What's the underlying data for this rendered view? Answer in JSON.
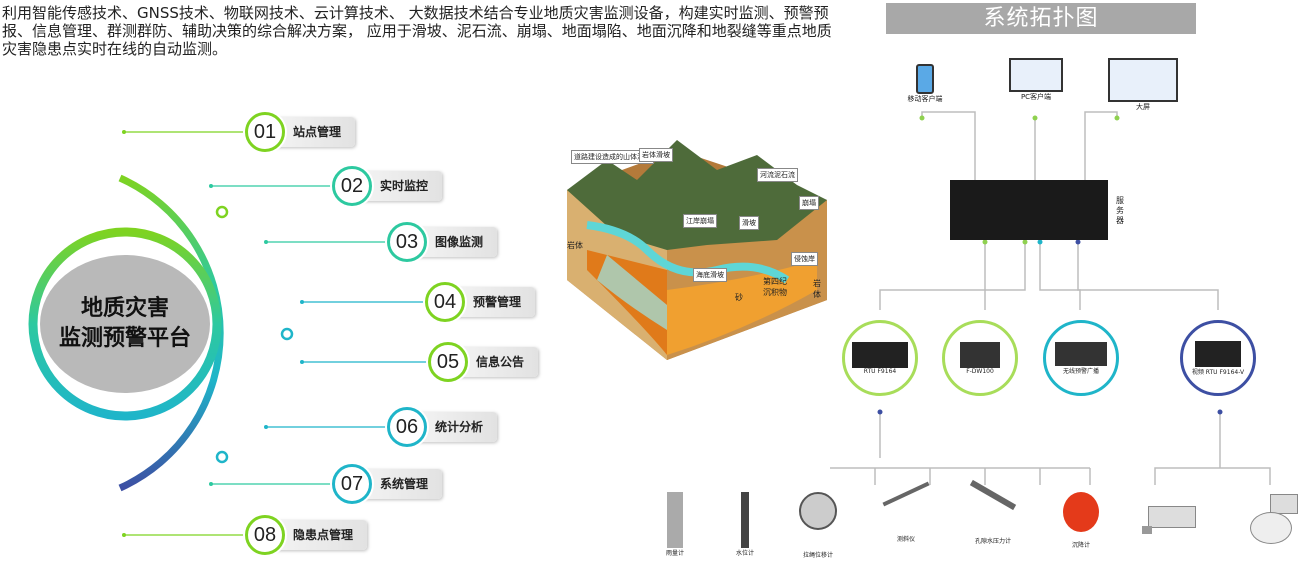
{
  "intro": {
    "text": "利用智能传感技术、GNSS技术、物联网技术、云计算技术、 大数据技术结合专业地质灾害监测设备，构建实时监测、预警预报、信息管理、群测群防、辅助决策的综合解决方案， 应用于滑坡、泥石流、崩塌、地面塌陷、地面沉降和地裂缝等重点地质灾害隐患点实时在线的自动监测。"
  },
  "hub": {
    "line1": "地质灾害",
    "line2": "监测预警平台"
  },
  "menu": [
    {
      "num": "01",
      "label": "站点管理"
    },
    {
      "num": "02",
      "label": "实时监控"
    },
    {
      "num": "03",
      "label": "图像监测"
    },
    {
      "num": "04",
      "label": "预警管理"
    },
    {
      "num": "05",
      "label": "信息公告"
    },
    {
      "num": "06",
      "label": "统计分析"
    },
    {
      "num": "07",
      "label": "系统管理"
    },
    {
      "num": "08",
      "label": "隐患点管理"
    }
  ],
  "scene": {
    "tags": [
      "岩体滑坡",
      "道路建设造成的山体滑坡",
      "河流泥石流",
      "崩塌",
      "江岸崩塌",
      "滑坡",
      "侵蚀岸",
      "海底滑坡"
    ],
    "labels": [
      "岩体",
      "岩体",
      "砂",
      "第四纪沉积物"
    ]
  },
  "topology": {
    "title": "系统拓扑图",
    "clients": [
      "移动客户端",
      "PC客户端",
      "大屏"
    ],
    "server": "服务器",
    "devices": [
      "RTU F9164",
      "F-DW100",
      "无线预警广播",
      "视频 RTU F9164-V"
    ],
    "sensors": [
      "雨量计",
      "水位计",
      "拉绳位移计",
      "测斜仪",
      "孔隙水压力计",
      "沉降计"
    ]
  },
  "colors": {
    "green": "#7ed321",
    "teal": "#1fb5c9",
    "navy": "#3d4fa3",
    "hub": "#b9b9b9"
  }
}
